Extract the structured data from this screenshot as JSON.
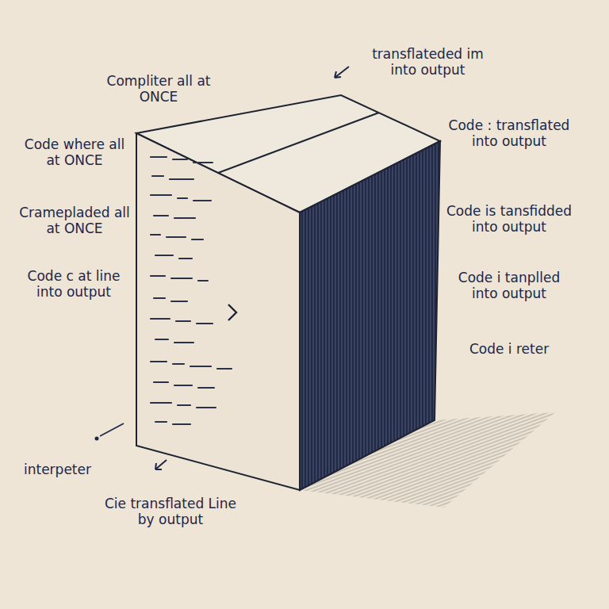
{
  "diagram": {
    "labels": [
      "Compliter all at ONCE",
      "transflateded im into output",
      "Code where all at ONCE",
      "Cramepladed all at ONCE",
      "Code c at line into output",
      "interpeter",
      "Cie transflated Line by output",
      "Code : transflated into output",
      "Code is tansfidded into output",
      "Code i tanplled into output",
      "Code i reter"
    ]
  }
}
